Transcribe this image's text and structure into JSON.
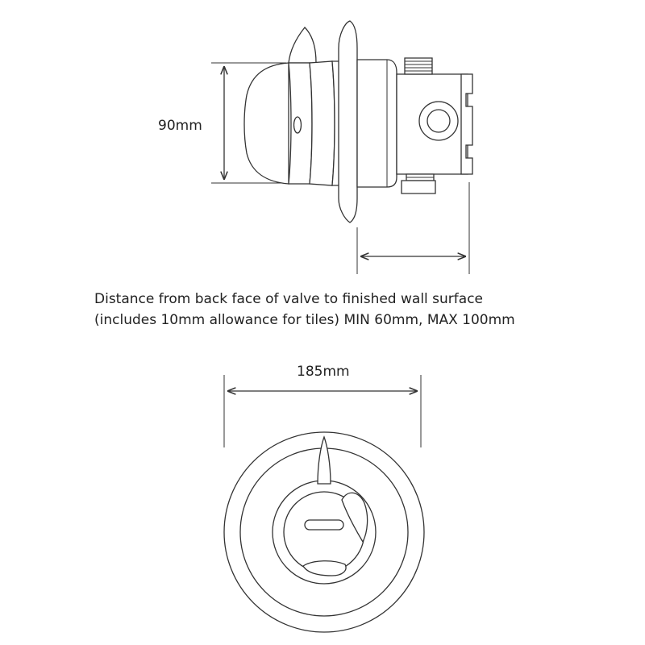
{
  "dimensions": {
    "height_label": "90mm",
    "width_label": "185mm"
  },
  "note": {
    "line1": "Distance from back face of valve to finished wall surface",
    "line2": "(includes 10mm allowance for tiles) MIN 60mm, MAX 100mm"
  }
}
